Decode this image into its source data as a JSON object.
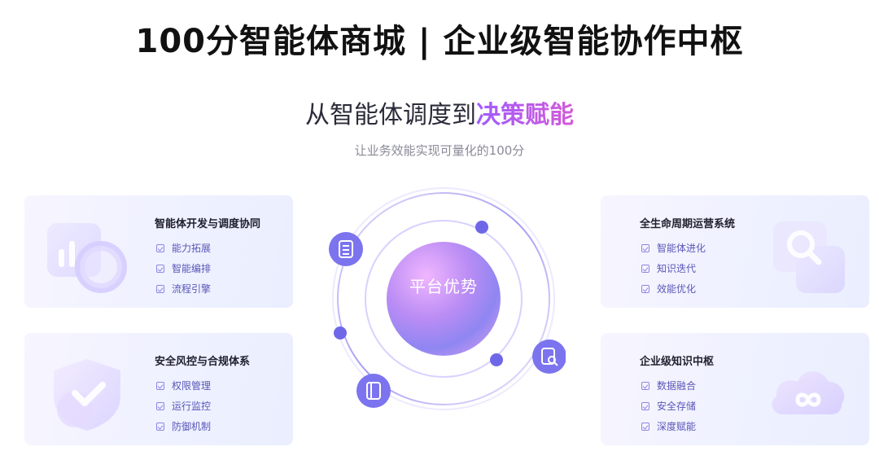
{
  "header": {
    "title": "100分智能体商城 | 企业级智能协作中枢",
    "subtitle_plain": "从智能体调度到",
    "subtitle_highlight": "决策赋能",
    "tagline": "让业务效能实现可量化的100分"
  },
  "center": {
    "label": "平台优势",
    "orbit_icons": [
      "list-icon",
      "search-document-icon",
      "document-icon"
    ]
  },
  "cards": {
    "dev": {
      "title": "智能体开发与调度协同",
      "items": [
        "能力拓展",
        "智能编排",
        "流程引擎"
      ],
      "icon": "chart-icon"
    },
    "security": {
      "title": "安全风控与合规体系",
      "items": [
        "权限管理",
        "运行监控",
        "防御机制"
      ],
      "icon": "shield-icon"
    },
    "lifecycle": {
      "title": "全生命周期运营系统",
      "items": [
        "智能体进化",
        "知识迭代",
        "效能优化"
      ],
      "icon": "magnifier-icon"
    },
    "knowledge": {
      "title": "企业级知识中枢",
      "items": [
        "数据融合",
        "安全存储",
        "深度赋能"
      ],
      "icon": "cloud-icon"
    }
  },
  "colors": {
    "accent": "#7b73f0",
    "highlight_start": "#a05cff",
    "highlight_end": "#d35ad8",
    "card_bg": "#eef1ff"
  }
}
